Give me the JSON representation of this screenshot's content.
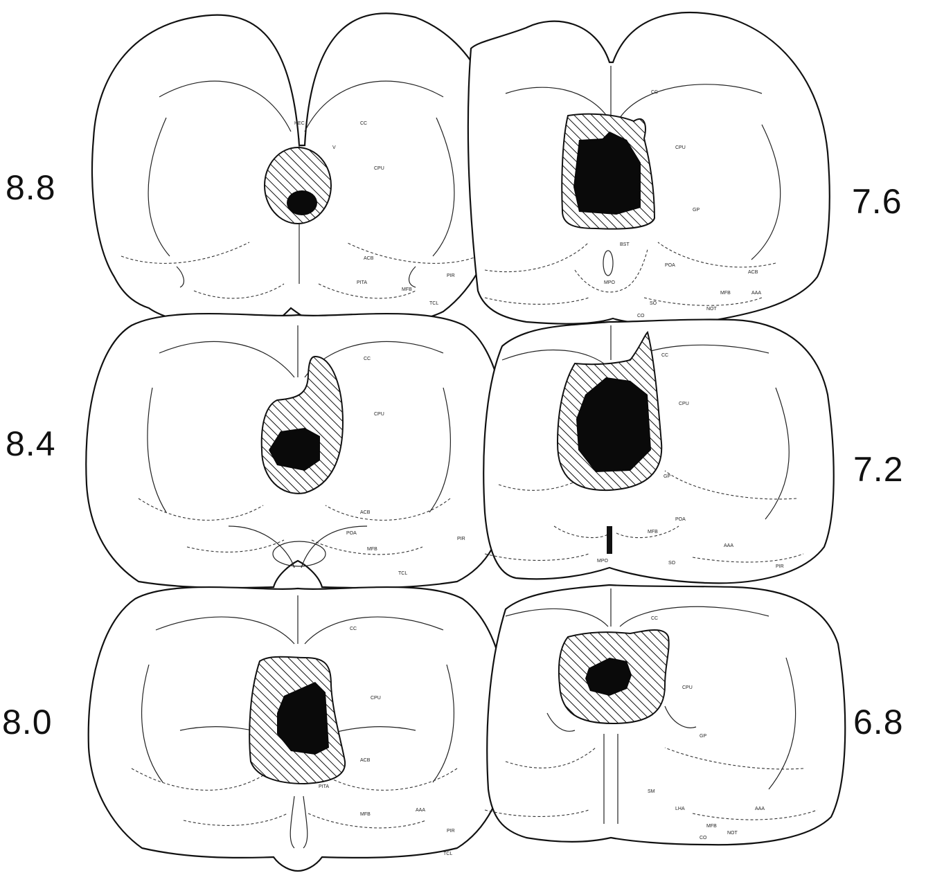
{
  "colors": {
    "ink": "#111111",
    "lesion_core": "#0a0a0a",
    "background": "#ffffff"
  },
  "sections": [
    {
      "id": "s88",
      "label": "8.8",
      "region_labels": [
        "HEC",
        "CC",
        "V",
        "CPU",
        "ACB",
        "PITA",
        "MFB",
        "TCL",
        "PIR"
      ]
    },
    {
      "id": "s84",
      "label": "8.4",
      "region_labels": [
        "CC",
        "CPU",
        "ACB",
        "POA",
        "MFB",
        "PIR",
        "TCL"
      ]
    },
    {
      "id": "s80",
      "label": "8.0",
      "region_labels": [
        "CC",
        "CPU",
        "ACB",
        "PITA",
        "MFB",
        "AAA",
        "TCL",
        "PIR"
      ]
    },
    {
      "id": "s76",
      "label": "7.6",
      "region_labels": [
        "CC",
        "CPU",
        "GP",
        "BST",
        "POA",
        "MPO",
        "MFB",
        "AAA",
        "NOT",
        "SO",
        "CO",
        "ACB"
      ]
    },
    {
      "id": "s72",
      "label": "7.2",
      "region_labels": [
        "CC",
        "CPU",
        "GP",
        "POA",
        "MFB",
        "MPO",
        "AAA",
        "SO",
        "PIR"
      ]
    },
    {
      "id": "s68",
      "label": "6.8",
      "region_labels": [
        "CC",
        "CPU",
        "GP",
        "SM",
        "LHA",
        "MFB",
        "AAA",
        "NOT",
        "CO"
      ]
    }
  ]
}
